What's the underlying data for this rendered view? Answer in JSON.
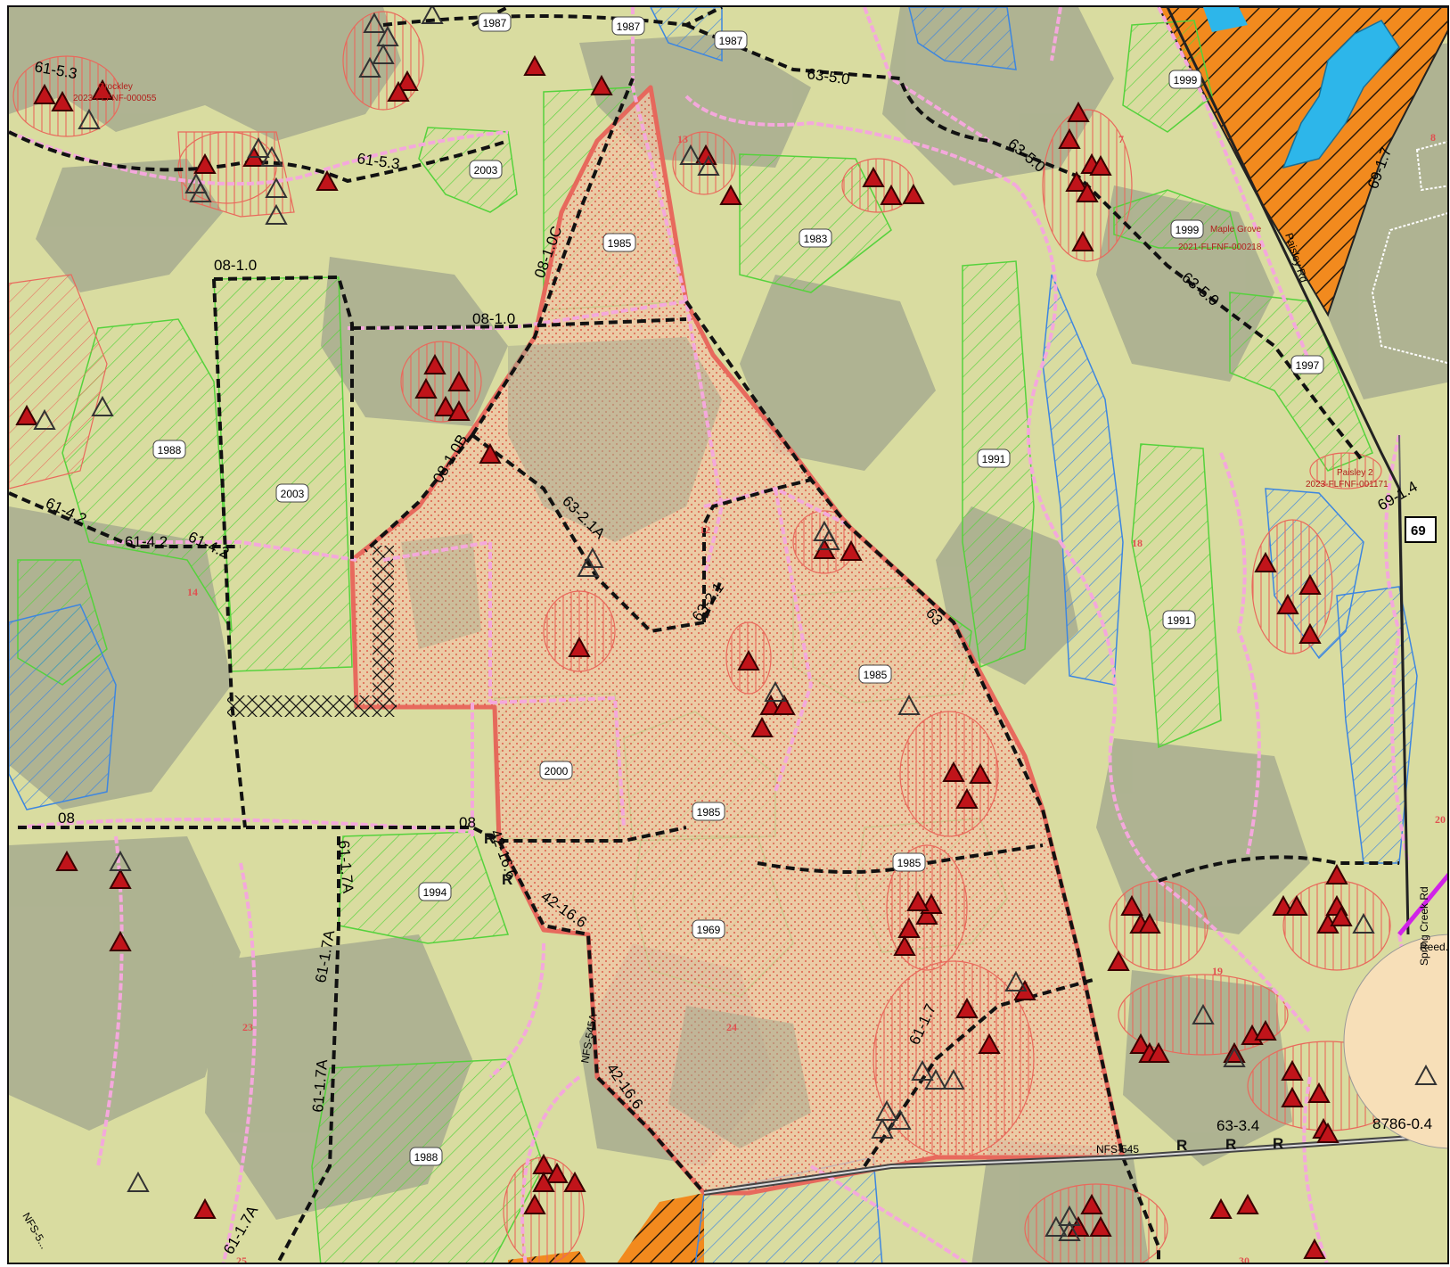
{
  "colors": {
    "background": "#d9dca0",
    "forest_shade": "#a7ac8f",
    "unit_fill": "#f0c7a6",
    "unit_outline": "#e8645a",
    "unit_stipple": "#d9362a",
    "plantation_green": "#55d23c",
    "wetland_blue": "#3d86e0",
    "private_orange": "#f28a1e",
    "boundary_pink": "#f4a8dc",
    "road_black": "#111111",
    "triangle_red": "#c0141a",
    "triangle_outline": "#333333",
    "water": "#2db6ea",
    "route_purple": "#d023e8"
  },
  "icons": {
    "site_occupied": "red-triangle-icon",
    "site_unoccupied": "open-triangle-icon",
    "route_shield": "route-shield-icon"
  },
  "road_labels": [
    "61-5.3",
    "61-5.3",
    "08-1.0",
    "08-1.0",
    "08-1.0C",
    "08-1.0B",
    "61-4.2",
    "61-4.2",
    "61-4.2",
    "63-2.1A",
    "63-2.1",
    "63",
    "63-5.0",
    "63-5.0",
    "63-5.0",
    "69-1.7",
    "69-1.4",
    "08",
    "08",
    "42-16.6",
    "42-16.6",
    "42-16.6",
    "61-1.7A",
    "61-1.7A",
    "61-1.7A",
    "61-1.7A",
    "61-1.7",
    "63-3.4",
    "8786-0.4",
    "NFS-545A",
    "NFS-545",
    "NFS-5..."
  ],
  "year_labels": [
    "1987",
    "1987",
    "1987",
    "2003",
    "1985",
    "1983",
    "1999",
    "1999",
    "1997",
    "1988",
    "2003",
    "1991",
    "1991",
    "1985",
    "2000",
    "1985",
    "1985",
    "1994",
    "1969",
    "1988"
  ],
  "site_labels": [
    {
      "name": "Crockley",
      "id": "2023-FLFNF-000055"
    },
    {
      "name": "Maple Grove",
      "id": "2021-FLFNF-000218"
    },
    {
      "name": "Paisley 2",
      "id": "2023-FLFNF-001171"
    }
  ],
  "street_names": [
    "Paisley Rd",
    "Spring Creek Rd",
    "Reed..."
  ],
  "route_shield_label": "69",
  "road_markers": [
    "R",
    "R",
    "R",
    "R",
    "R"
  ],
  "section_numbers": [
    "7",
    "8",
    "12",
    "13",
    "14",
    "18",
    "19",
    "20",
    "23",
    "24",
    "25",
    "30"
  ]
}
